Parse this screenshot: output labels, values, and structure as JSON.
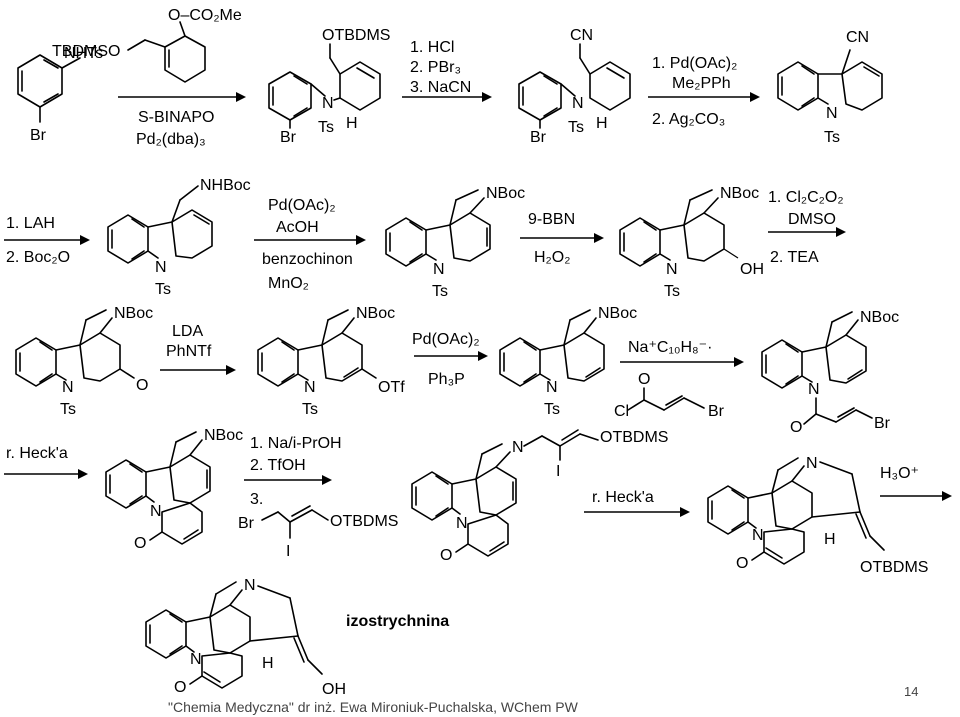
{
  "atoms": {
    "br": "Br",
    "nhts": "NHTs",
    "ts": "Ts",
    "n": "N",
    "h": "H",
    "o": "O",
    "otbdms": "OTBDMS",
    "tbdmso": "TBDMSO",
    "cn": "CN",
    "nhboc": "NHBoc",
    "nboc": "NBoc",
    "oh": "OH",
    "otf": "OTf",
    "cl": "Cl",
    "i": "I",
    "o_co2me": "O–CO₂Me"
  },
  "conditions": {
    "step1": [
      "S-BINAPO",
      "Pd₂(dba)₃"
    ],
    "step2": [
      "1. HCl",
      "2. PBr₃",
      "3. NaCN"
    ],
    "step3": [
      "1. Pd(OAc)₂",
      "Me₂PPh",
      "2. Ag₂CO₃"
    ],
    "step4": [
      "1. LAH",
      "2. Boc₂O"
    ],
    "step5": [
      "Pd(OAc)₂",
      "AcOH",
      "benzochinon",
      "MnO₂"
    ],
    "step6": [
      "9-BBN",
      "H₂O₂"
    ],
    "step7": [
      "1. Cl₂C₂O₂",
      "DMSO",
      "2. TEA"
    ],
    "step8": [
      "LDA",
      "PhNTf"
    ],
    "step9": [
      "Pd(OAc)₂",
      "Ph₃P"
    ],
    "step10": [
      "Na⁺C₁₀H₈⁻·"
    ],
    "step11": [
      "r. Heck'a"
    ],
    "step12": [
      "1. Na/i-PrOH",
      "2. TfOH",
      "3."
    ],
    "step13": [
      "r. Heck'a"
    ],
    "step14": [
      "H₃O⁺"
    ]
  },
  "product_name": "izostrychnina",
  "footer": "\"Chemia Medyczna\" dr inż. Ewa Mironiuk-Puchalska, WChem PW",
  "page_number": "14"
}
